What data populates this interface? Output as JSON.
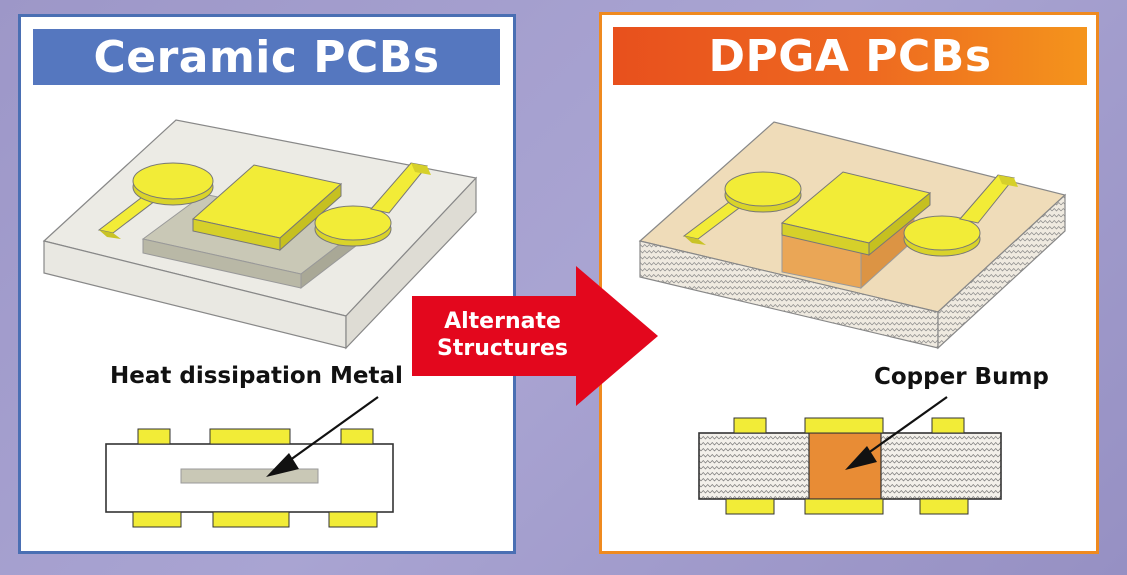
{
  "left_panel": {
    "title": "Ceramic PCBs",
    "callout": "Heat dissipation Metal"
  },
  "right_panel": {
    "title": "DPGA PCBs",
    "callout": "Copper Bump"
  },
  "arrow": {
    "line1": "Alternate",
    "line2": "Structures"
  },
  "colors": {
    "ceramic_accent": "#5577bf",
    "dpga_accent": "#ee6a20",
    "pad_yellow": "#f2ec37",
    "copper": "#e88c35",
    "arrow_red": "#e3071d"
  }
}
